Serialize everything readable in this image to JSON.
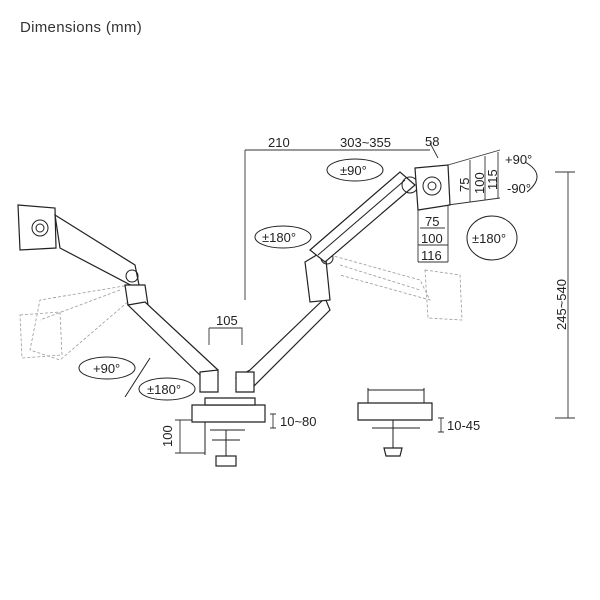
{
  "title": "Dimensions (mm)",
  "dimensions": {
    "arm_reach_inner": "210",
    "arm_reach_outer": "303~355",
    "plate_offset": "58",
    "pole_spacing": "105",
    "height_range": "245~540",
    "clamp_height": "100",
    "clamp_desk_thickness": "10~80",
    "grommet_desk_thickness": "10-45"
  },
  "vesa": {
    "vertical": [
      "75",
      "100",
      "115"
    ],
    "horizontal": [
      "75",
      "100",
      "116"
    ]
  },
  "rotations": {
    "head_swivel": "±90°",
    "tilt_up": "+90°",
    "tilt_down": "-90°",
    "screen_rotation": "±180°",
    "elbow_rotation": "±180°",
    "left_swivel": "+90°",
    "left_base_rotation": "±180°"
  }
}
